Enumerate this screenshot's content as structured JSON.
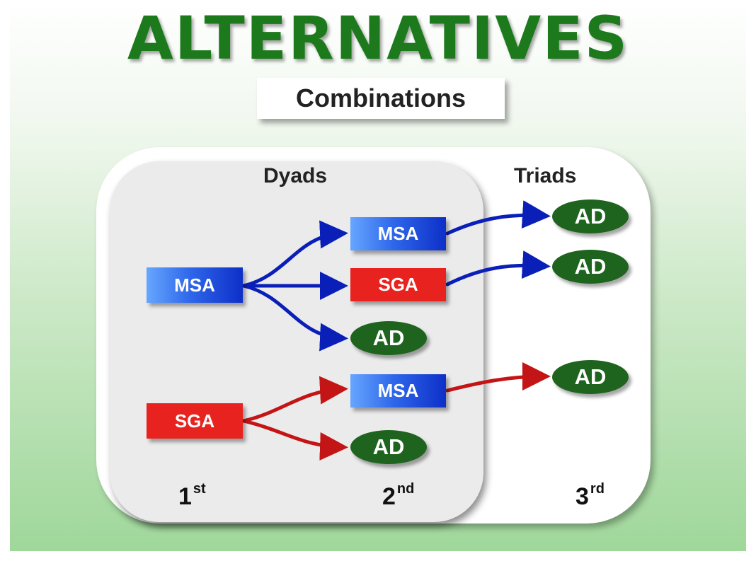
{
  "title": "ALTERNATIVES",
  "subtitle": "Combinations",
  "headers": {
    "dyads": "Dyads",
    "triads": "Triads"
  },
  "colors": {
    "title_green": "#1c7a1c",
    "msa_blue": "#2f67ea",
    "sga_red": "#e8221e",
    "ad_green": "#1e641e",
    "arrow_blue": "#0a1fb8",
    "arrow_red": "#c31515"
  },
  "nodes": {
    "first_msa": "MSA",
    "first_sga": "SGA",
    "second_msa_top": "MSA",
    "second_sga": "SGA",
    "second_ad_top": "AD",
    "second_msa_bottom": "MSA",
    "second_ad_bottom": "AD",
    "third_ad_1": "AD",
    "third_ad_2": "AD",
    "third_ad_3": "AD"
  },
  "orders": [
    {
      "num": "1",
      "suffix": "st"
    },
    {
      "num": "2",
      "suffix": "nd"
    },
    {
      "num": "3",
      "suffix": "rd"
    }
  ]
}
